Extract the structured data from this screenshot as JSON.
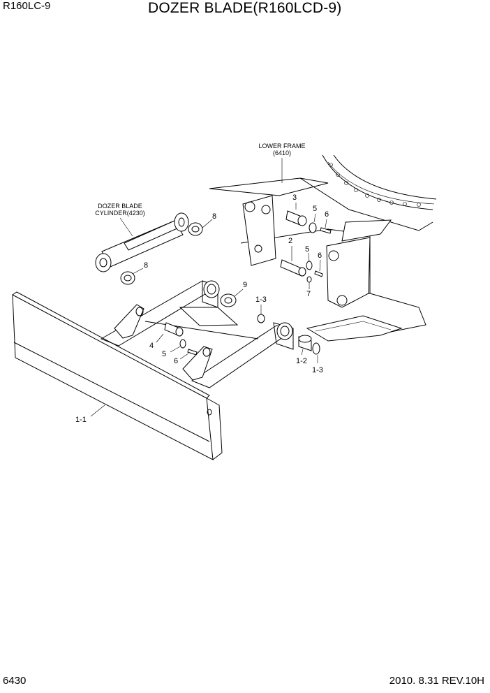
{
  "header": {
    "model": "R160LC-9",
    "title": "DOZER BLADE(R160LCD-9)"
  },
  "footer": {
    "page_number": "6430",
    "revision": "2010. 8.31  REV.10H"
  },
  "notes": {
    "lower_frame": "LOWER FRAME",
    "lower_frame_ref": "(6410)",
    "cylinder": "DOZER BLADE",
    "cylinder_ref": "CYLINDER(4230)"
  },
  "callouts": {
    "c3": "3",
    "c5a": "5",
    "c6a": "6",
    "c8a": "8",
    "c2": "2",
    "c5b": "5",
    "c6b": "6",
    "c8b": "8",
    "c9": "9",
    "c7": "7",
    "c13a": "1-3",
    "c4": "4",
    "c5c": "5",
    "c6c": "6",
    "c12": "1-2",
    "c13b": "1-3",
    "c11": "1-1"
  }
}
